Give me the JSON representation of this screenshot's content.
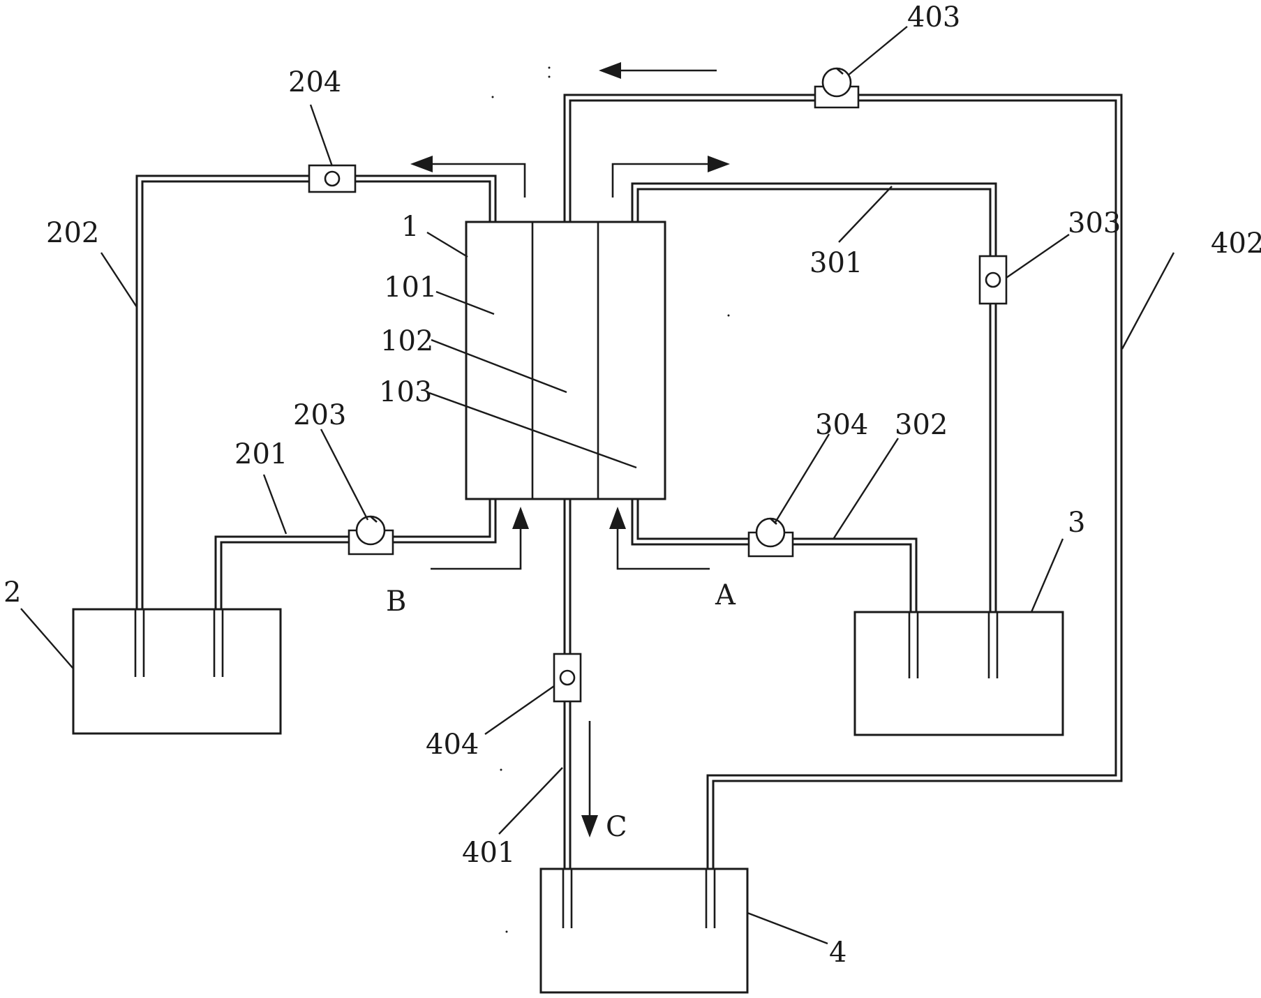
{
  "labels": {
    "main_unit": "1",
    "chamber_1": "101",
    "chamber_2": "102",
    "chamber_3": "103",
    "tank_2": "2",
    "tank_3": "3",
    "tank_4": "4",
    "pipe_201": "201",
    "pipe_202": "202",
    "pump_203": "203",
    "valve_204": "204",
    "pipe_301": "301",
    "pipe_302": "302",
    "valve_303": "303",
    "pump_304": "304",
    "pipe_401": "401",
    "pipe_402": "402",
    "pump_403": "403",
    "valve_404": "404"
  },
  "flows": {
    "inlet_a": "A",
    "inlet_b": "B",
    "outlet_c": "C"
  }
}
